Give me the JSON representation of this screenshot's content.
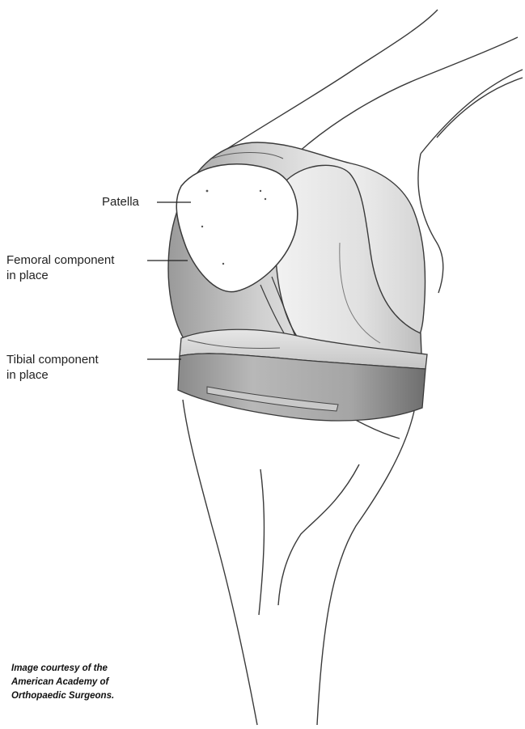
{
  "labels": {
    "patella": "Patella",
    "femoral_line1": "Femoral component",
    "femoral_line2": "in place",
    "tibial_line1": "Tibial component",
    "tibial_line2": "in place"
  },
  "credit": {
    "line1": "Image courtesy of the",
    "line2": "American Academy of",
    "line3": "Orthopaedic Surgeons."
  },
  "colors": {
    "outline": "#3a3a3a",
    "metal_light": "#ededed",
    "metal_mid": "#cfcfcf",
    "metal_dark": "#8e8e8e",
    "tibial_band": "#9a9a9a",
    "patella_fill": "#ffffff"
  }
}
